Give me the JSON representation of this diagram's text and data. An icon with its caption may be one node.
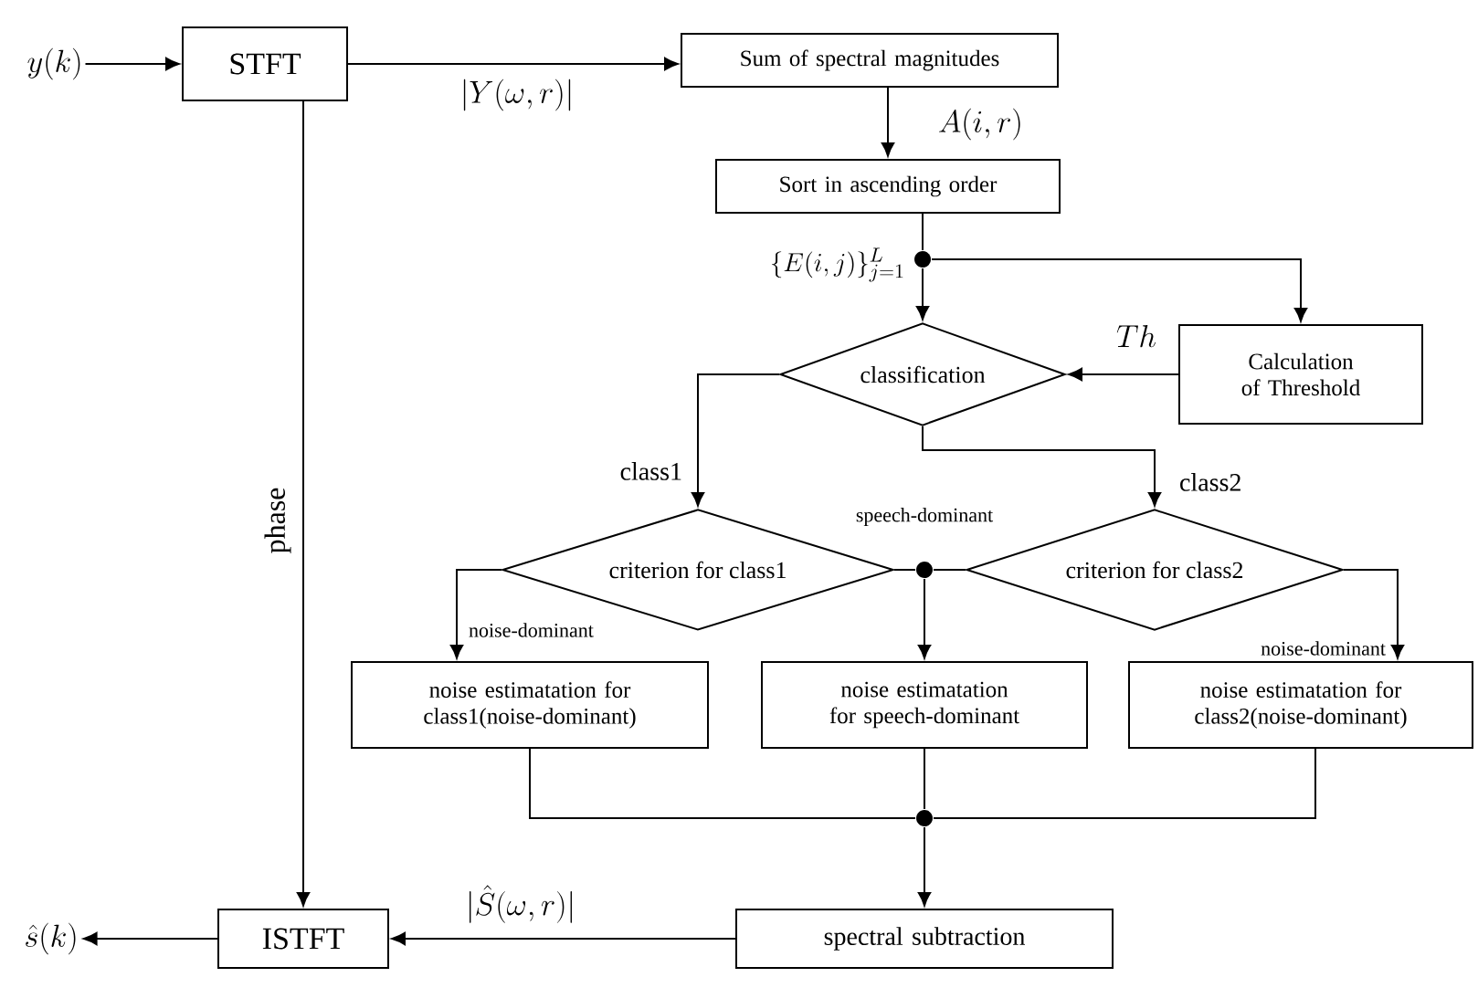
{
  "diagram": {
    "nodes": [
      {
        "text": [
          "y(k)"
        ]
      },
      {
        "text": [
          "STFT"
        ]
      },
      {
        "text": [
          "Sum of spectral magnitudes"
        ]
      },
      {
        "text": [
          "Sort in ascending order"
        ]
      },
      {
        "text": [],
        "shape": "circle"
      },
      {
        "text": [
          "classification"
        ]
      },
      {
        "text": [
          "Calculation of Threshold"
        ]
      },
      {
        "text": [
          "criterion for class1"
        ]
      },
      {
        "text": [],
        "shape": "circle"
      },
      {
        "text": [
          "criterion for class2"
        ]
      },
      {
        "text": [
          "noise estimatation for class1(noise-dominant)"
        ]
      },
      {
        "text": [
          "noise estimatation for speech-dominant"
        ]
      },
      {
        "text": [
          "noise estimatation for class2(noise-dominant)"
        ]
      },
      {
        "text": [],
        "shape": "circle"
      },
      {
        "text": [
          "spectral subtraction"
        ]
      },
      {
        "text": [
          "ISTFT"
        ]
      },
      {
        "text": [
          "\\hat{s}(k)"
        ]
      }
    ],
    "edges": [
      {
        "from": 0,
        "to": 1,
        "arrow": "to"
      },
      {
        "from": 1,
        "to": 2,
        "arrow": "to",
        "label": "|Y(\\omega,r)|"
      },
      {
        "from": 2,
        "to": 3,
        "arrow": "to",
        "label": "A(i,r)"
      },
      {
        "from": 3,
        "to": 4,
        "arrow": "none",
        "label": "\\{E(i,j)\\}_{j=1}^{L}"
      },
      {
        "from": 4,
        "to": 5,
        "arrow": "to"
      },
      {
        "from": 4,
        "to": 6,
        "arrow": "to"
      },
      {
        "from": 6,
        "to": 5,
        "arrow": "to",
        "label": "Th"
      },
      {
        "from": 5,
        "to": 7,
        "arrow": "to",
        "label": "class1"
      },
      {
        "from": 5,
        "to": 9,
        "arrow": "to",
        "label": "class2"
      },
      {
        "from": 7,
        "to": 8,
        "arrow": "none"
      },
      {
        "from": 9,
        "to": 8,
        "arrow": "none"
      },
      {
        "from": 8,
        "to": 11,
        "arrow": "to"
      },
      {
        "from": 7,
        "to": 10,
        "arrow": "to",
        "label": "noise-dominant"
      },
      {
        "from": 9,
        "to": 12,
        "arrow": "to",
        "label": "noise-dominant"
      },
      {
        "from": 10,
        "to": 13,
        "arrow": "none"
      },
      {
        "from": 11,
        "to": 13,
        "arrow": "none"
      },
      {
        "from": 12,
        "to": 13,
        "arrow": "none"
      },
      {
        "from": 13,
        "to": 14,
        "arrow": "to"
      },
      {
        "from": 14,
        "to": 15,
        "arrow": "to",
        "label": "|\\hat{S}(\\omega,r)|"
      },
      {
        "from": 1,
        "to": 15,
        "arrow": "to",
        "label": "phase"
      },
      {
        "from": 15,
        "to": 16,
        "arrow": "to"
      }
    ],
    "labels": [
      "speech-dominant"
    ]
  }
}
